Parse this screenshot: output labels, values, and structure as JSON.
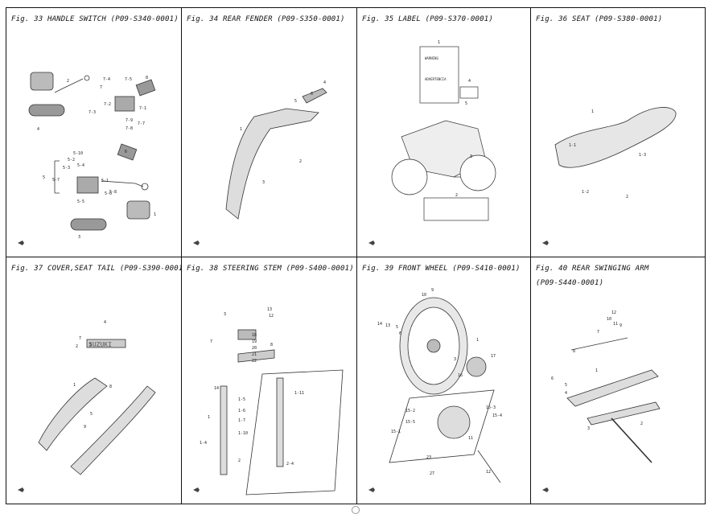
{
  "figures": [
    {
      "title": "Fig. 33 HANDLE SWITCH",
      "code": "(P09-S340-0001)"
    },
    {
      "title": "Fig. 34 REAR FENDER",
      "code": "(P09-S350-0001)"
    },
    {
      "title": "Fig. 35 LABEL",
      "code": "(P09-S370-0001)"
    },
    {
      "title": "Fig. 36 SEAT",
      "code": "(P09-S380-0001)"
    },
    {
      "title": "Fig. 37 COVER,SEAT TAIL",
      "code": "(P09-S390-0001)"
    },
    {
      "title": "Fig. 38 STEERING STEM",
      "code": "(P09-S400-0001)"
    },
    {
      "title": "Fig. 39 FRONT WHEEL",
      "code": "(P09-S410-0001)"
    },
    {
      "title": "Fig. 40 REAR SWINGING ARM",
      "code": "(P09-S440-0001)"
    }
  ],
  "labels": {
    "label_warning": "WARNING",
    "label_advertencia": "ADVERTENCIA",
    "brand_logo": "SUZUKI"
  },
  "callouts": {
    "fig33": [
      "2",
      "7-4",
      "7-5",
      "8",
      "7-1",
      "7-2",
      "7-3",
      "7-9",
      "7-8",
      "7-7",
      "4",
      "7",
      "5-10",
      "5-2",
      "5-4",
      "5-1",
      "5-3",
      "5-7",
      "5-6",
      "5-5",
      "5-8",
      "5",
      "6",
      "1",
      "3"
    ],
    "fig34": [
      "4",
      "6",
      "5",
      "1",
      "2",
      "3"
    ],
    "fig35": [
      "1",
      "4",
      "5",
      "3",
      "2"
    ],
    "fig36": [
      "1",
      "1-1",
      "1-2",
      "1-3",
      "2"
    ],
    "fig37": [
      "4",
      "3",
      "2",
      "1",
      "8",
      "9",
      "5",
      "7"
    ],
    "fig38": [
      "13",
      "3",
      "12",
      "7",
      "18",
      "19",
      "20",
      "21",
      "22",
      "8",
      "14",
      "1",
      "1-4",
      "2",
      "1-5",
      "1-6",
      "1-7",
      "1-10",
      "1-11",
      "2-4"
    ],
    "fig39": [
      "10",
      "9",
      "14",
      "13",
      "5",
      "6",
      "17",
      "1",
      "3",
      "16",
      "15-1",
      "15-2",
      "15-3",
      "15-4",
      "15-5",
      "11",
      "12",
      "23",
      "27"
    ],
    "fig40": [
      "12",
      "10",
      "11",
      "7",
      "9",
      "8",
      "6",
      "5",
      "4",
      "3",
      "1",
      "2"
    ]
  }
}
